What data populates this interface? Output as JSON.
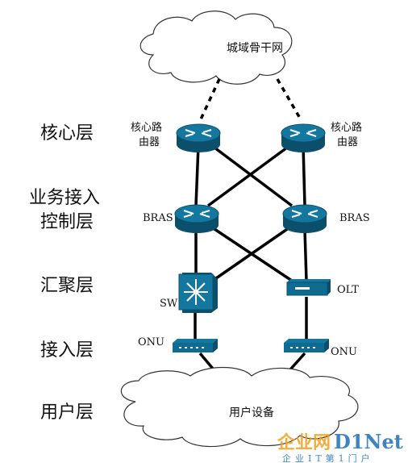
{
  "layers": [
    {
      "label": "核心层"
    },
    {
      "label": "业务接入"
    },
    {
      "label": "控制层"
    },
    {
      "label": "汇聚层"
    },
    {
      "label": "接入层"
    },
    {
      "label": "用户层"
    }
  ],
  "clouds": {
    "top": "城域骨干网",
    "bottom": "用户设备"
  },
  "devices": {
    "core_left_line1": "核心路",
    "core_left_line2": "由器",
    "core_right_line1": "核心路",
    "core_right_line2": "由器",
    "bras_left": "BRAS",
    "bras_right": "BRAS",
    "sw": "SW",
    "olt": "OLT",
    "onu_left": "ONU",
    "onu_right": "ONU"
  },
  "watermark": {
    "brand": "企业网D1Net",
    "tagline": "企业IT第1门户"
  },
  "colors": {
    "device_blue": "#0f6b8f",
    "device_dark": "#0b4f6b",
    "line": "#000000",
    "watermark_orange": "#f3a01b",
    "watermark_blue": "#1d6fb8"
  }
}
